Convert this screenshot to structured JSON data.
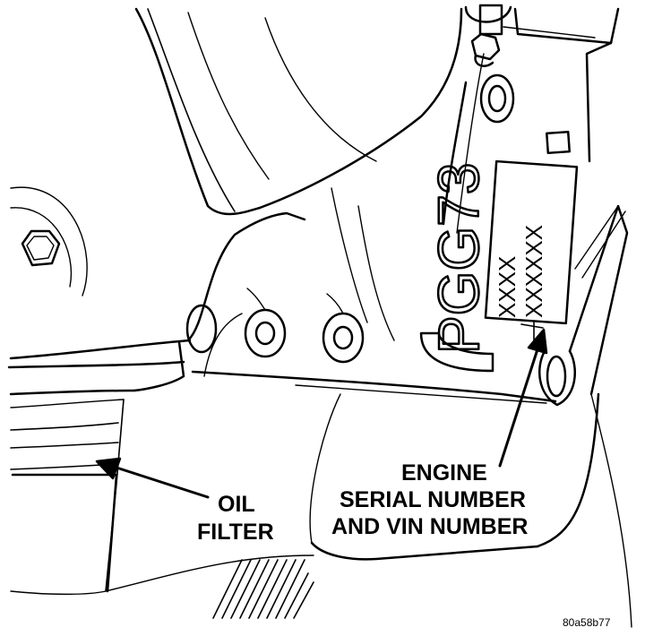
{
  "callouts": {
    "oil_filter": [
      "OIL",
      "FILTER"
    ],
    "engine_serial": [
      "ENGINE",
      "SERIAL NUMBER",
      "AND VIN NUMBER"
    ]
  },
  "casting_mark": "PGG73",
  "label_stamp": {
    "line1": "XXXX",
    "line2": "XXXXXX"
  },
  "figure_code": "80a58b77"
}
